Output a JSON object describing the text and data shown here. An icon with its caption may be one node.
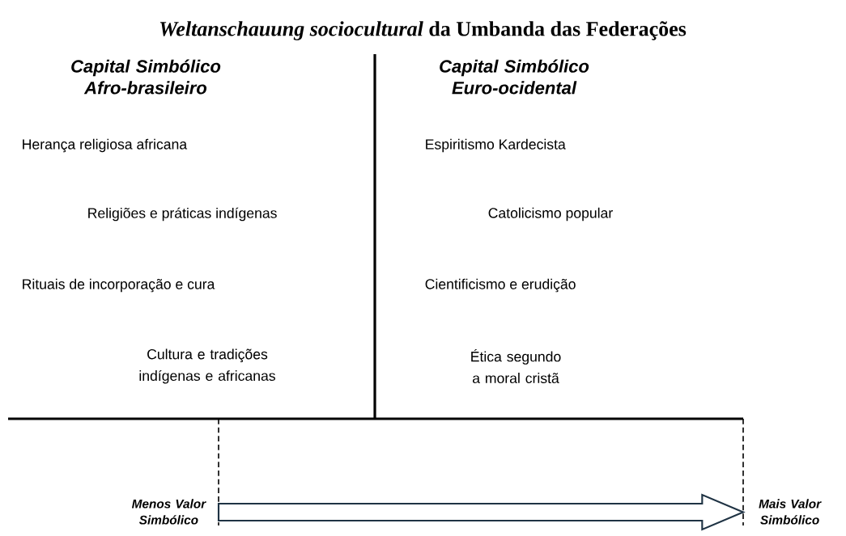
{
  "diagram": {
    "title": "*Weltanschauung sociocultural* da Umbanda das Federações",
    "nodes": [
      {
        "text": [
          "Menos Valor Simbólico"
        ]
      },
      {
        "text": [
          "Mais Valor Simbólico"
        ]
      }
    ],
    "edges": [
      {
        "from": 0,
        "to": 1,
        "arrow": "to"
      }
    ],
    "labels": [
      "Capital Simbólico Afro-brasileiro",
      "Capital Simbólico Euro-ocidental",
      "Herança religiosa africana",
      "Religiões e práticas indígenas",
      "Rituais de incorporação e cura",
      "Cultura e tradições indígenas e africanas",
      "Espiritismo Kardecista",
      "Catolicismo popular",
      "Cientificismo e erudição",
      "Ética segundo a moral cristã"
    ]
  }
}
